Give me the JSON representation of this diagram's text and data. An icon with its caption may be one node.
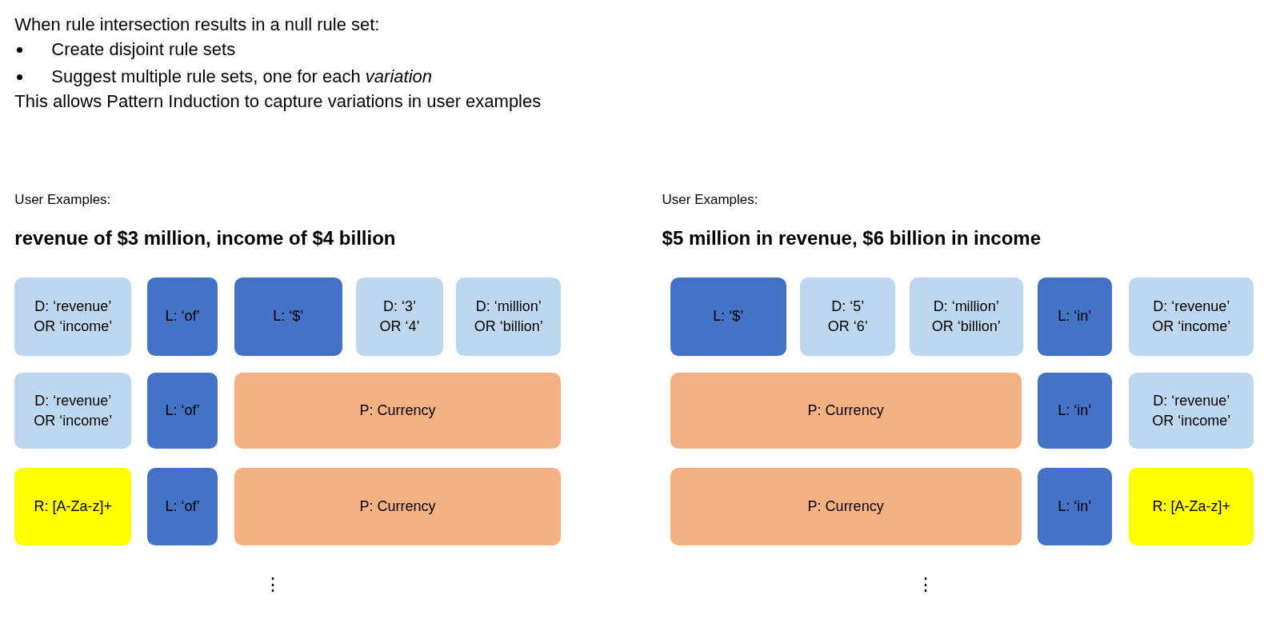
{
  "diagram": {
    "nodes": [
      {
        "text": [
          "D: ‘revenue’ OR ‘income’"
        ]
      },
      {
        "text": [
          "L: ‘of’"
        ]
      },
      {
        "text": [
          "L: ‘$’"
        ]
      },
      {
        "text": [
          "D: ‘3’ OR ‘4’"
        ]
      },
      {
        "text": [
          "D: ‘million’ OR ‘billion’"
        ]
      },
      {
        "text": [
          "D: ‘revenue’ OR ‘income’"
        ]
      },
      {
        "text": [
          "L: ‘of’"
        ]
      },
      {
        "text": [
          "P: Currency"
        ]
      },
      {
        "text": [
          "R: [A-Za-z]+"
        ]
      },
      {
        "text": [
          "L: ‘of’"
        ]
      },
      {
        "text": [
          "P: Currency"
        ]
      },
      {
        "text": [
          "L: ‘$’"
        ]
      },
      {
        "text": [
          "D: ‘5’ OR ‘6’"
        ]
      },
      {
        "text": [
          "D: ‘million’ OR ‘billion’"
        ]
      },
      {
        "text": [
          "L: ‘in’"
        ]
      },
      {
        "text": [
          "D: ‘revenue’ OR ‘income’"
        ]
      },
      {
        "text": [
          "P: Currency"
        ]
      },
      {
        "text": [
          "L: ‘in’"
        ]
      },
      {
        "text": [
          "D: ‘revenue’ OR ‘income’"
        ]
      },
      {
        "text": [
          "P: Currency"
        ]
      },
      {
        "text": [
          "L: ‘in’"
        ]
      },
      {
        "text": [
          "R: [A-Za-z]+"
        ]
      }
    ],
    "labels": [
      "When rule intersection results in a null rule set:",
      "Create disjoint rule sets",
      "Suggest multiple rule sets, one for each *variation*",
      "This allows Pattern Induction to capture variations in user examples",
      "User Examples:",
      "revenue of $3 million, income of $4 billion",
      "User Examples:",
      "$5 million in revenue, $6 billion in income",
      "⋮",
      "⋮"
    ]
  }
}
